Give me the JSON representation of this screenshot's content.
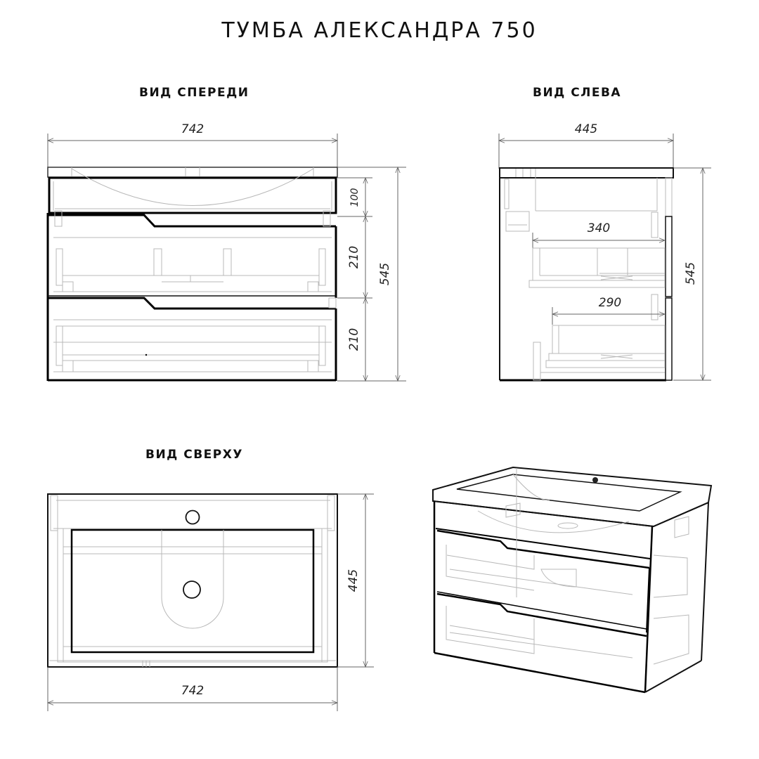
{
  "title": "ТУМБА АЛЕКСАНДРА 750",
  "views": {
    "front": {
      "label": "ВИД СПЕРЕДИ",
      "dims": {
        "width": "742",
        "top_section": "100",
        "drawer_1": "210",
        "drawer_2": "210",
        "total_height": "545"
      }
    },
    "left": {
      "label": "ВИД СЛЕВА",
      "dims": {
        "depth": "445",
        "drawer_1_depth": "340",
        "drawer_2_depth": "290",
        "total_height": "545"
      }
    },
    "top": {
      "label": "ВИД СВЕРХУ",
      "dims": {
        "width": "742",
        "depth": "445"
      }
    },
    "iso": {
      "label": ""
    }
  },
  "colors": {
    "line_primary": "#000000",
    "line_secondary": "#b8b8b8",
    "dimension": "#666666",
    "background": "#ffffff"
  }
}
